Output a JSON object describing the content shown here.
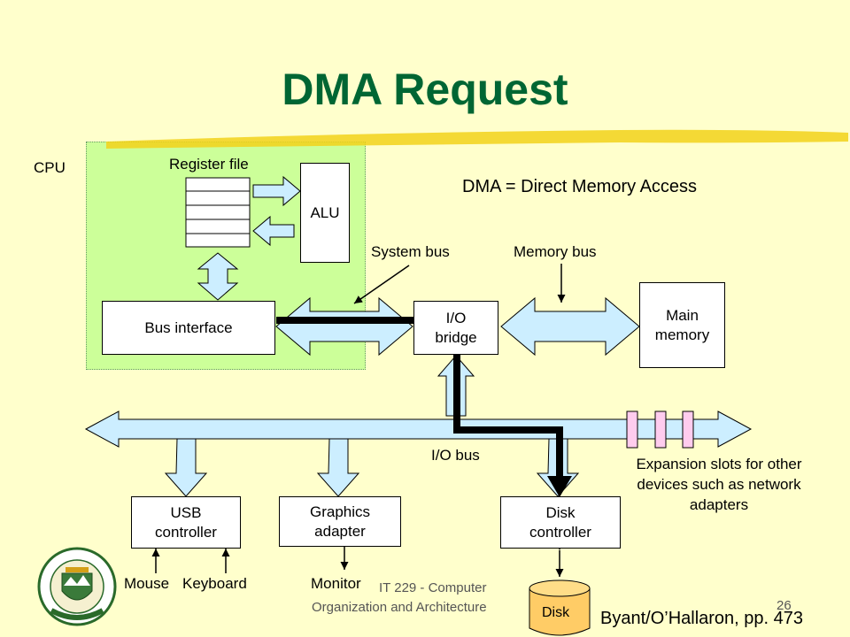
{
  "slide": {
    "title": "DMA Request",
    "definition": "DMA = Direct Memory Access",
    "page_number": "26",
    "footer_course": "IT 229 - Computer",
    "footer_course_2": "Organization and Architecture",
    "citation": "Byant/O’Hallaron, pp. 473"
  },
  "cpu": {
    "label": "CPU",
    "register_file_label": "Register file",
    "alu_label": "ALU",
    "bus_interface_label": "Bus interface"
  },
  "buses": {
    "system_bus": "System bus",
    "memory_bus": "Memory bus",
    "io_bus": "I/O bus"
  },
  "components": {
    "io_bridge": "I/O bridge",
    "main_memory": "Main memory",
    "usb_controller": "USB controller",
    "graphics_adapter": "Graphics adapter",
    "disk_controller": "Disk controller",
    "disk": "Disk",
    "expansion_slots": "Expansion slots for other devices such as network adapters"
  },
  "devices": {
    "mouse": "Mouse",
    "keyboard": "Keyboard",
    "monitor": "Monitor"
  },
  "colors": {
    "background": "#ffffcc",
    "title": "#006633",
    "cpu_panel": "#ccff99",
    "bus_arrow": "#cceeff",
    "slot": "#ffccee",
    "disk": "#ffcc66",
    "dma_path": "#000000"
  }
}
